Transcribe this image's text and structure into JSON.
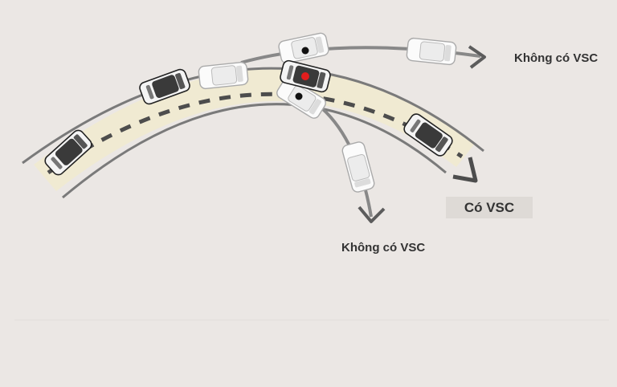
{
  "labels": {
    "without_vsc_top": "Không có VSC",
    "without_vsc_bottom": "Không có VSC",
    "with_vsc": "Có VSC"
  },
  "colors": {
    "background": "#ebe7e4",
    "road_fill": "#f0ead2",
    "road_edge": "#7a7a7a",
    "dashed_path": "#4d4d4d",
    "arrow": "#5c5c5c",
    "vehicle_dark_roof": "#3a3a3a",
    "vehicle_white": "#f4f4f4",
    "marker_red": "#e31d1d",
    "marker_black": "#111111"
  },
  "icons": [
    "car-icon",
    "arrow-right-icon",
    "arrow-down-icon"
  ]
}
